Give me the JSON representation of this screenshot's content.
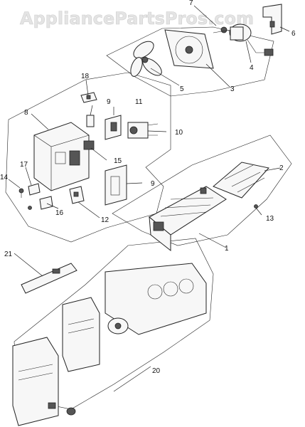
{
  "watermark": "AppliancePartsPros.com",
  "callouts": [
    {
      "id": "c7",
      "label": "7"
    },
    {
      "id": "c6",
      "label": "6"
    },
    {
      "id": "c4",
      "label": "4"
    },
    {
      "id": "c5",
      "label": "5"
    },
    {
      "id": "c3",
      "label": "3"
    },
    {
      "id": "c18",
      "label": "18"
    },
    {
      "id": "c9a",
      "label": "9"
    },
    {
      "id": "c11",
      "label": "11"
    },
    {
      "id": "c8",
      "label": "8"
    },
    {
      "id": "c10",
      "label": "10"
    },
    {
      "id": "c15",
      "label": "15"
    },
    {
      "id": "c9b",
      "label": "9"
    },
    {
      "id": "c17",
      "label": "17"
    },
    {
      "id": "c14",
      "label": "14"
    },
    {
      "id": "c16",
      "label": "16"
    },
    {
      "id": "c12",
      "label": "12"
    },
    {
      "id": "c2",
      "label": "2"
    },
    {
      "id": "c13",
      "label": "13"
    },
    {
      "id": "c1",
      "label": "1"
    },
    {
      "id": "c21",
      "label": "21"
    },
    {
      "id": "c20",
      "label": "20"
    }
  ]
}
